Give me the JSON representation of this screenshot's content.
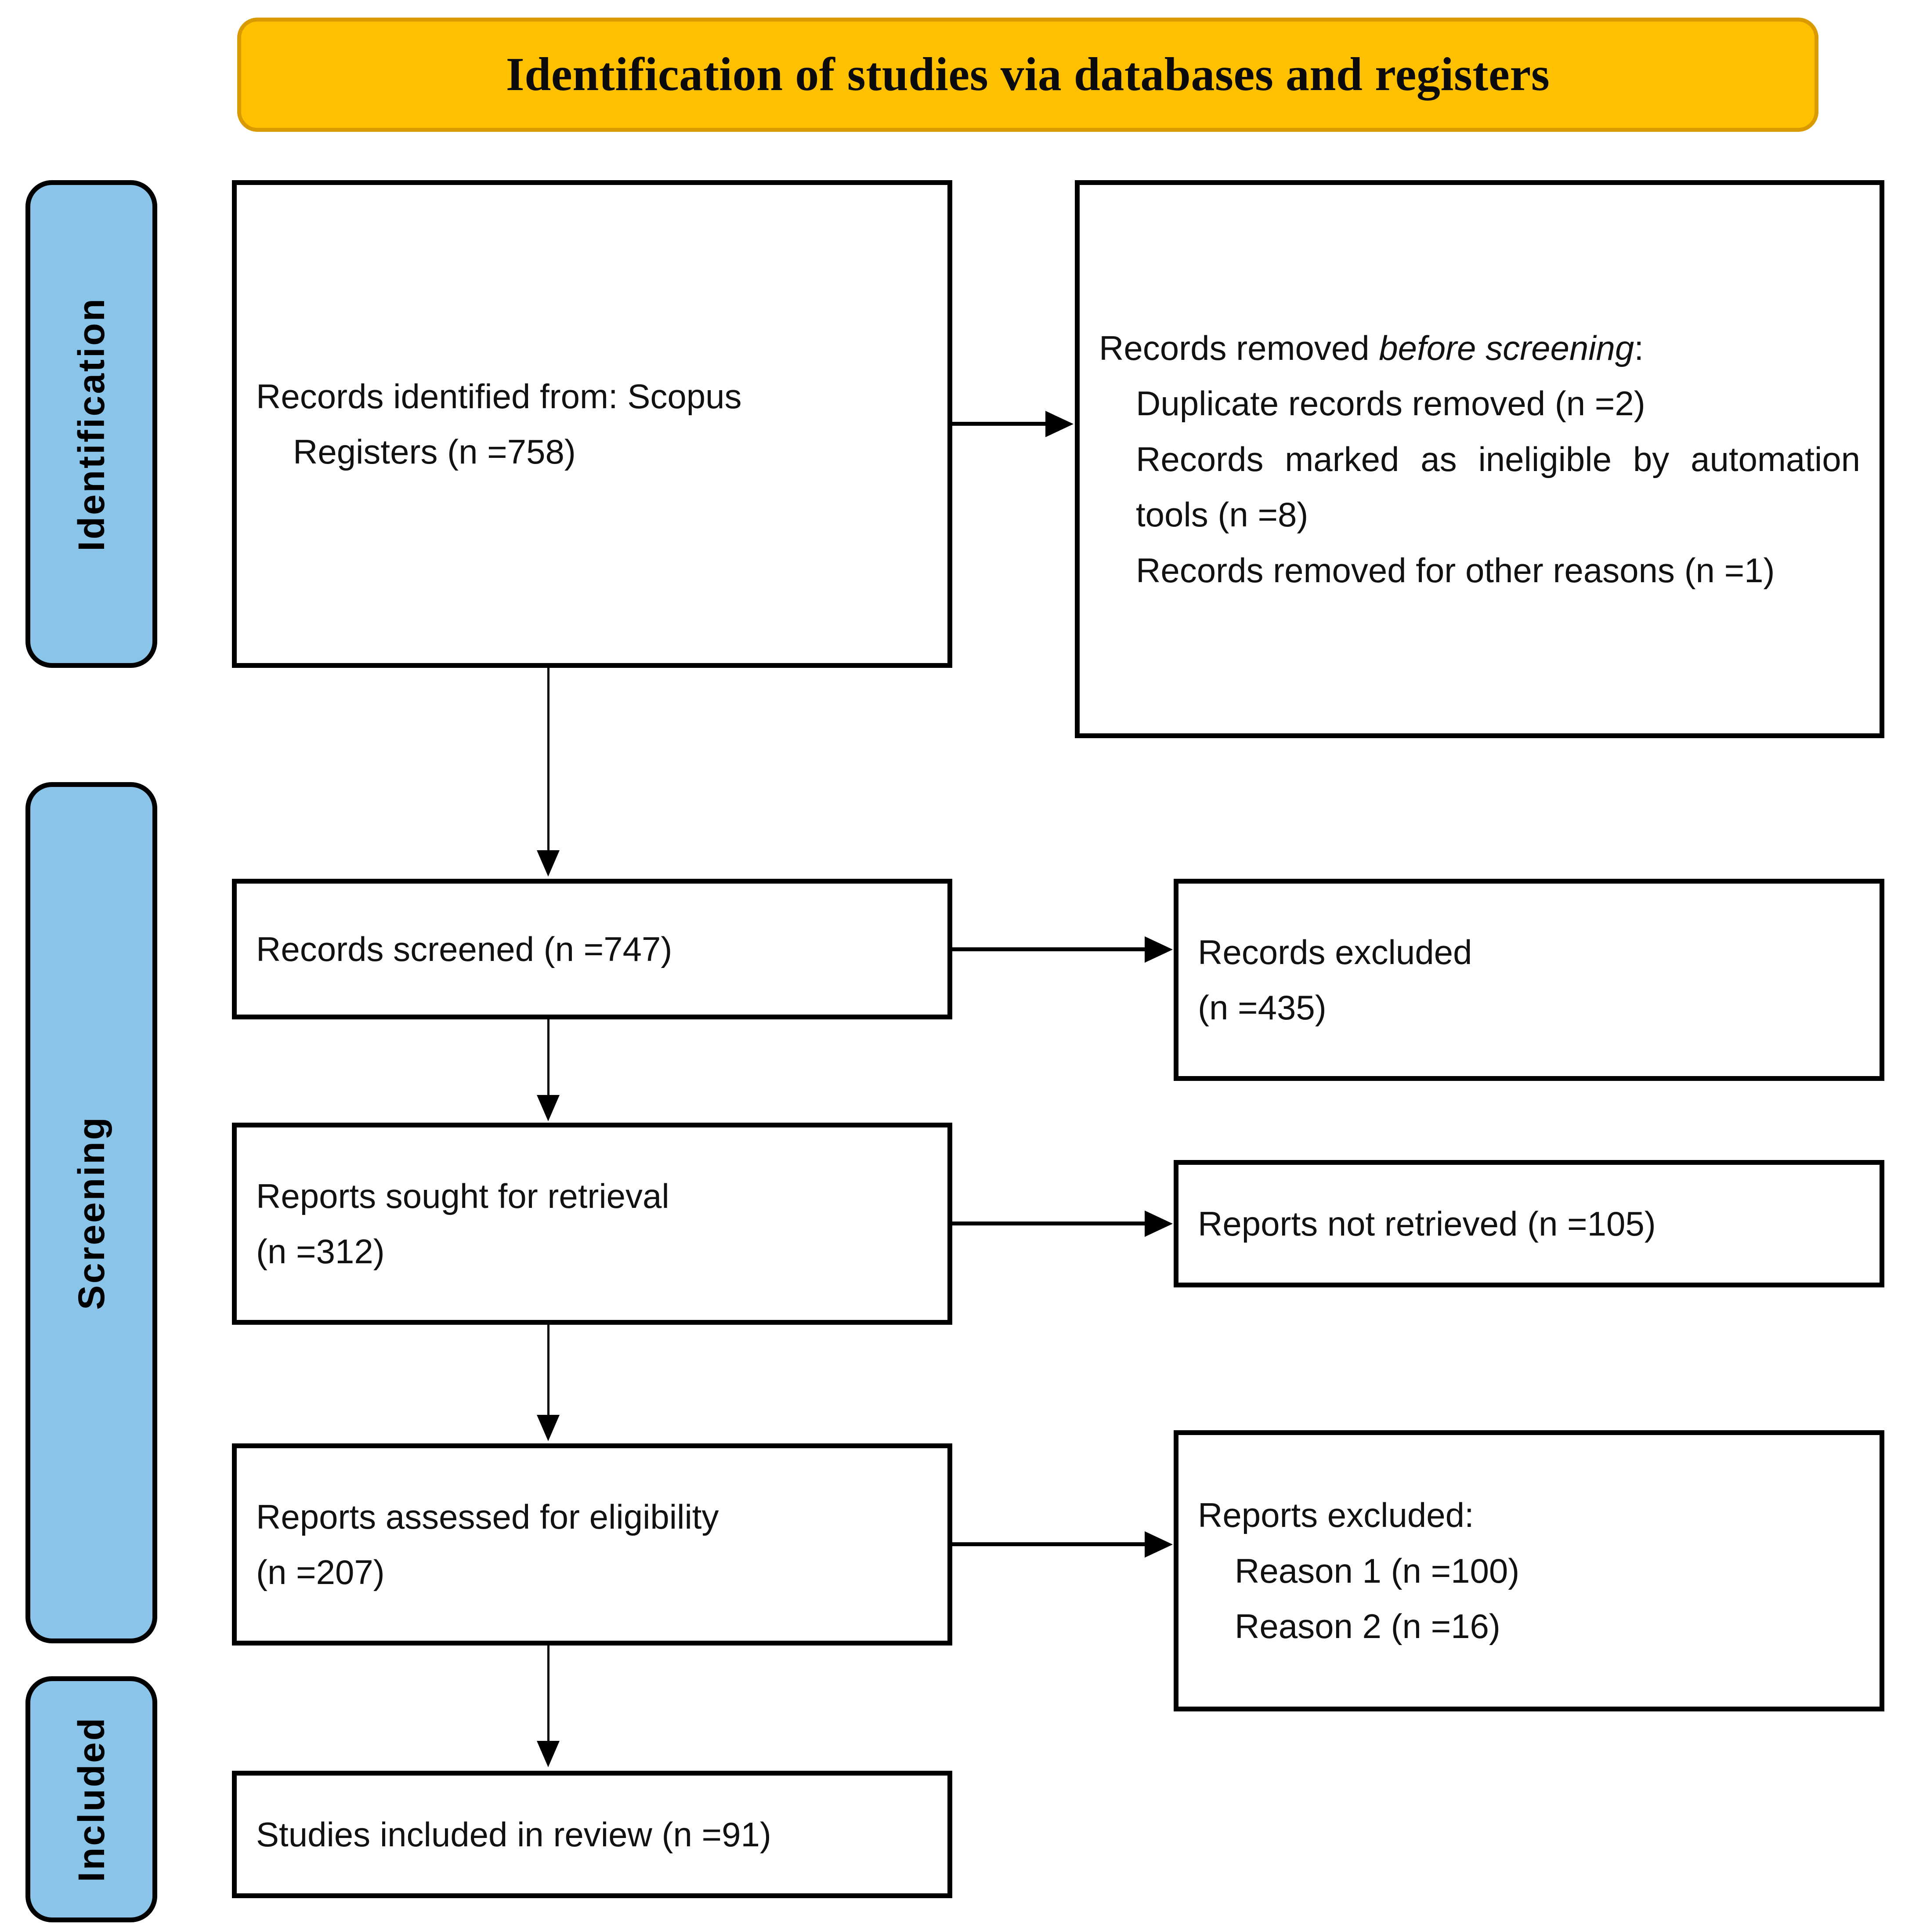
{
  "banner": {
    "title": "Identification of studies via databases and registers"
  },
  "stages": [
    {
      "key": "identification",
      "label": "Identification"
    },
    {
      "key": "screening",
      "label": "Screening"
    },
    {
      "key": "included",
      "label": "Included"
    }
  ],
  "boxes": {
    "identified": {
      "line1": "Records identified from: Scopus",
      "line2": "Registers (n =758)"
    },
    "removed": {
      "heading_prefix": "Records removed ",
      "heading_italic": "before screening",
      "heading_suffix": ":",
      "item1": "Duplicate records removed (n =2)",
      "item2": "Records marked as ineligible by automation tools (n =8)",
      "item3": "Records removed for other reasons (n =1)"
    },
    "screened": {
      "line1": "Records screened (n =747)"
    },
    "excluded_records": {
      "line1": "Records excluded",
      "line2": "(n =435)"
    },
    "sought": {
      "line1": "Reports sought for retrieval",
      "line2": "(n =312)"
    },
    "not_retrieved": {
      "line1": "Reports not retrieved (n =105)"
    },
    "assessed": {
      "line1": "Reports assessed for eligibility",
      "line2": "(n =207)"
    },
    "excluded_reports": {
      "heading": "Reports excluded:",
      "reason1": "Reason 1 (n =100)",
      "reason2": "Reason 2 (n =16)"
    },
    "included": {
      "line1": "Studies included in review (n =91)"
    }
  },
  "chart_data": {
    "type": "diagram",
    "title": "Identification of studies via databases and registers",
    "nodes": [
      {
        "id": "identified",
        "stage": "Identification",
        "label": "Records identified from: Scopus Registers",
        "n": 758
      },
      {
        "id": "removed_dup",
        "stage": "Identification",
        "label": "Duplicate records removed",
        "n": 2
      },
      {
        "id": "removed_ineligible",
        "stage": "Identification",
        "label": "Records marked as ineligible by automation tools",
        "n": 8
      },
      {
        "id": "removed_other",
        "stage": "Identification",
        "label": "Records removed for other reasons",
        "n": 1
      },
      {
        "id": "screened",
        "stage": "Screening",
        "label": "Records screened",
        "n": 747
      },
      {
        "id": "excluded_records",
        "stage": "Screening",
        "label": "Records excluded",
        "n": 435
      },
      {
        "id": "sought",
        "stage": "Screening",
        "label": "Reports sought for retrieval",
        "n": 312
      },
      {
        "id": "not_retrieved",
        "stage": "Screening",
        "label": "Reports not retrieved",
        "n": 105
      },
      {
        "id": "assessed",
        "stage": "Screening",
        "label": "Reports assessed for eligibility",
        "n": 207
      },
      {
        "id": "excluded_reason1",
        "stage": "Screening",
        "label": "Reports excluded: Reason 1",
        "n": 100
      },
      {
        "id": "excluded_reason2",
        "stage": "Screening",
        "label": "Reports excluded: Reason 2",
        "n": 16
      },
      {
        "id": "included",
        "stage": "Included",
        "label": "Studies included in review",
        "n": 91
      }
    ],
    "edges": [
      {
        "from": "identified",
        "to": "removed_dup"
      },
      {
        "from": "identified",
        "to": "screened"
      },
      {
        "from": "screened",
        "to": "excluded_records"
      },
      {
        "from": "screened",
        "to": "sought"
      },
      {
        "from": "sought",
        "to": "not_retrieved"
      },
      {
        "from": "sought",
        "to": "assessed"
      },
      {
        "from": "assessed",
        "to": "excluded_reason1"
      },
      {
        "from": "assessed",
        "to": "included"
      }
    ],
    "colors": {
      "banner": "#FFC000",
      "banner_border": "#D99A00",
      "stage": "#8AC4E8",
      "line": "#000000"
    }
  }
}
